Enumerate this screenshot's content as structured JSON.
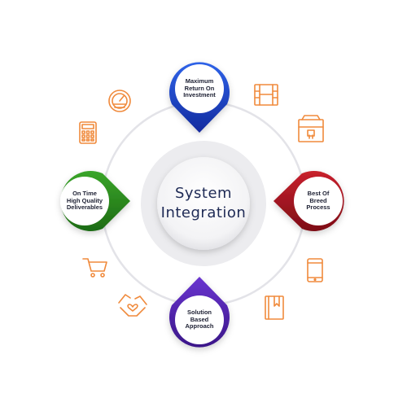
{
  "center": {
    "line1": "System",
    "line2": "Integration"
  },
  "nodes": {
    "top": {
      "lines": [
        "Maximum",
        "Return On",
        "Investment"
      ]
    },
    "right": {
      "lines": [
        "Best Of",
        "Breed",
        "Process"
      ]
    },
    "bottom": {
      "lines": [
        "Solution",
        "Based",
        "Approach"
      ]
    },
    "left": {
      "lines": [
        "On Time",
        "High Quality",
        "Deliverables"
      ]
    }
  },
  "colors": {
    "top": "#1c3fc4",
    "right": "#a4141f",
    "bottom": "#4b1fa8",
    "left": "#2d8a1f",
    "icon": "#f08a3c",
    "ring": "#e6e6ea"
  },
  "icons": [
    "speedometer-icon",
    "film-strip-icon",
    "calculator-icon",
    "box-icon",
    "shopping-cart-icon",
    "tablet-icon",
    "handshake-icon",
    "book-icon"
  ]
}
